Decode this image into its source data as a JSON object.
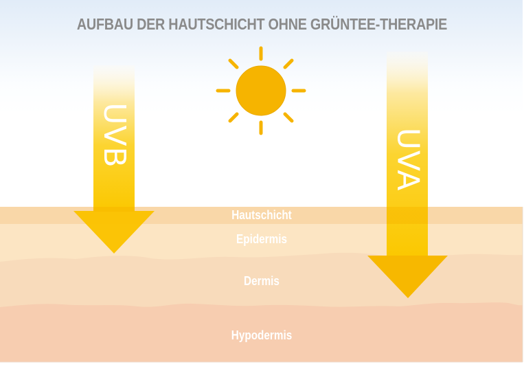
{
  "title": "AUFBAU DER HAUTSCHICHT OHNE GRÜNTEE-THERAPIE",
  "sun": {
    "icon": "sun-icon",
    "color": "#f6b400"
  },
  "rays": [
    {
      "label": "UVB",
      "color": "#fbc800",
      "penetrates_to": "Epidermis"
    },
    {
      "label": "UVA",
      "color": "#fbc800",
      "penetrates_to": "Dermis"
    }
  ],
  "layers": [
    {
      "label": "Hautschicht",
      "color": "#f9d7a8"
    },
    {
      "label": "Epidermis",
      "color": "#fce5c3"
    },
    {
      "label": "Dermis",
      "color": "#f8dbbb"
    },
    {
      "label": "Hypodermis",
      "color": "#f7cdb0"
    }
  ]
}
